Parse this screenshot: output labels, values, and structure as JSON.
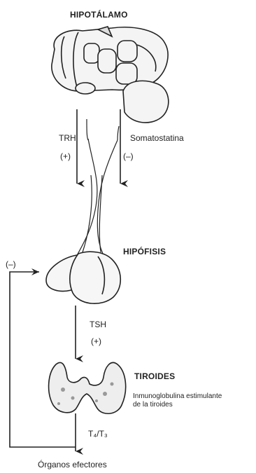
{
  "labels": {
    "hypothalamus": "HIPOTÁLAMO",
    "trh": "TRH",
    "trh_sign": "(+)",
    "somatostatin": "Somatostatina",
    "somatostatin_sign": "(–)",
    "pituitary": "HIPÓFISIS",
    "feedback_sign": "(–)",
    "tsh": "TSH",
    "tsh_sign": "(+)",
    "thyroid": "TIROIDES",
    "immunoglobulin_line1": "Inmunoglobulina estimulante",
    "immunoglobulin_line2": "de la tiroides",
    "t4_t3": "T₄/T₃",
    "target_organs": "Órganos efectores"
  }
}
